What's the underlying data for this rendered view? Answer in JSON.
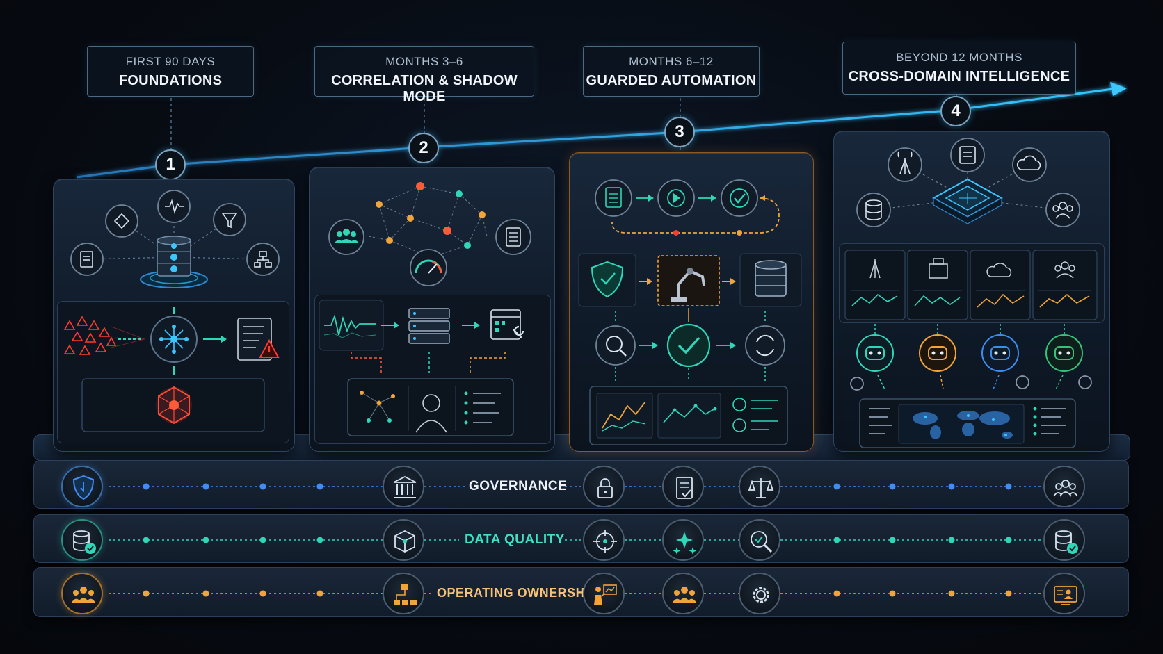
{
  "phases": [
    {
      "number": "1",
      "subtitle": "FIRST 90 DAYS",
      "title": "FOUNDATIONS"
    },
    {
      "number": "2",
      "subtitle": "MONTHS 3–6",
      "title": "CORRELATION & SHADOW MODE"
    },
    {
      "number": "3",
      "subtitle": "MONTHS 6–12",
      "title": "GUARDED AUTOMATION"
    },
    {
      "number": "4",
      "subtitle": "BEYOND 12 MONTHS",
      "title": "CROSS-DOMAIN INTELLIGENCE"
    }
  ],
  "bands": [
    {
      "label": "GOVERNANCE",
      "color": "#3f8df0",
      "icons": [
        "shield-icon",
        "institution-icon",
        "lock-icon",
        "checklist-icon",
        "scales-icon",
        "people-icon"
      ]
    },
    {
      "label": "DATA QUALITY",
      "color": "#2fd6b8",
      "icons": [
        "database-check-icon",
        "cube-icon",
        "target-icon",
        "sparkle-icon",
        "magnifier-check-icon",
        "database-check-icon"
      ]
    },
    {
      "label": "OPERATING OWNERSHIP",
      "color": "#f0a43a",
      "icons": [
        "team-icon",
        "org-chart-icon",
        "presenter-icon",
        "team-icon",
        "gear-icon",
        "profile-card-icon"
      ]
    }
  ],
  "colors": {
    "accent_blue": "#3cc6ff",
    "accent_teal": "#2fd6b8",
    "accent_orange": "#f0a43a",
    "alert_red": "#ff3b2f"
  }
}
